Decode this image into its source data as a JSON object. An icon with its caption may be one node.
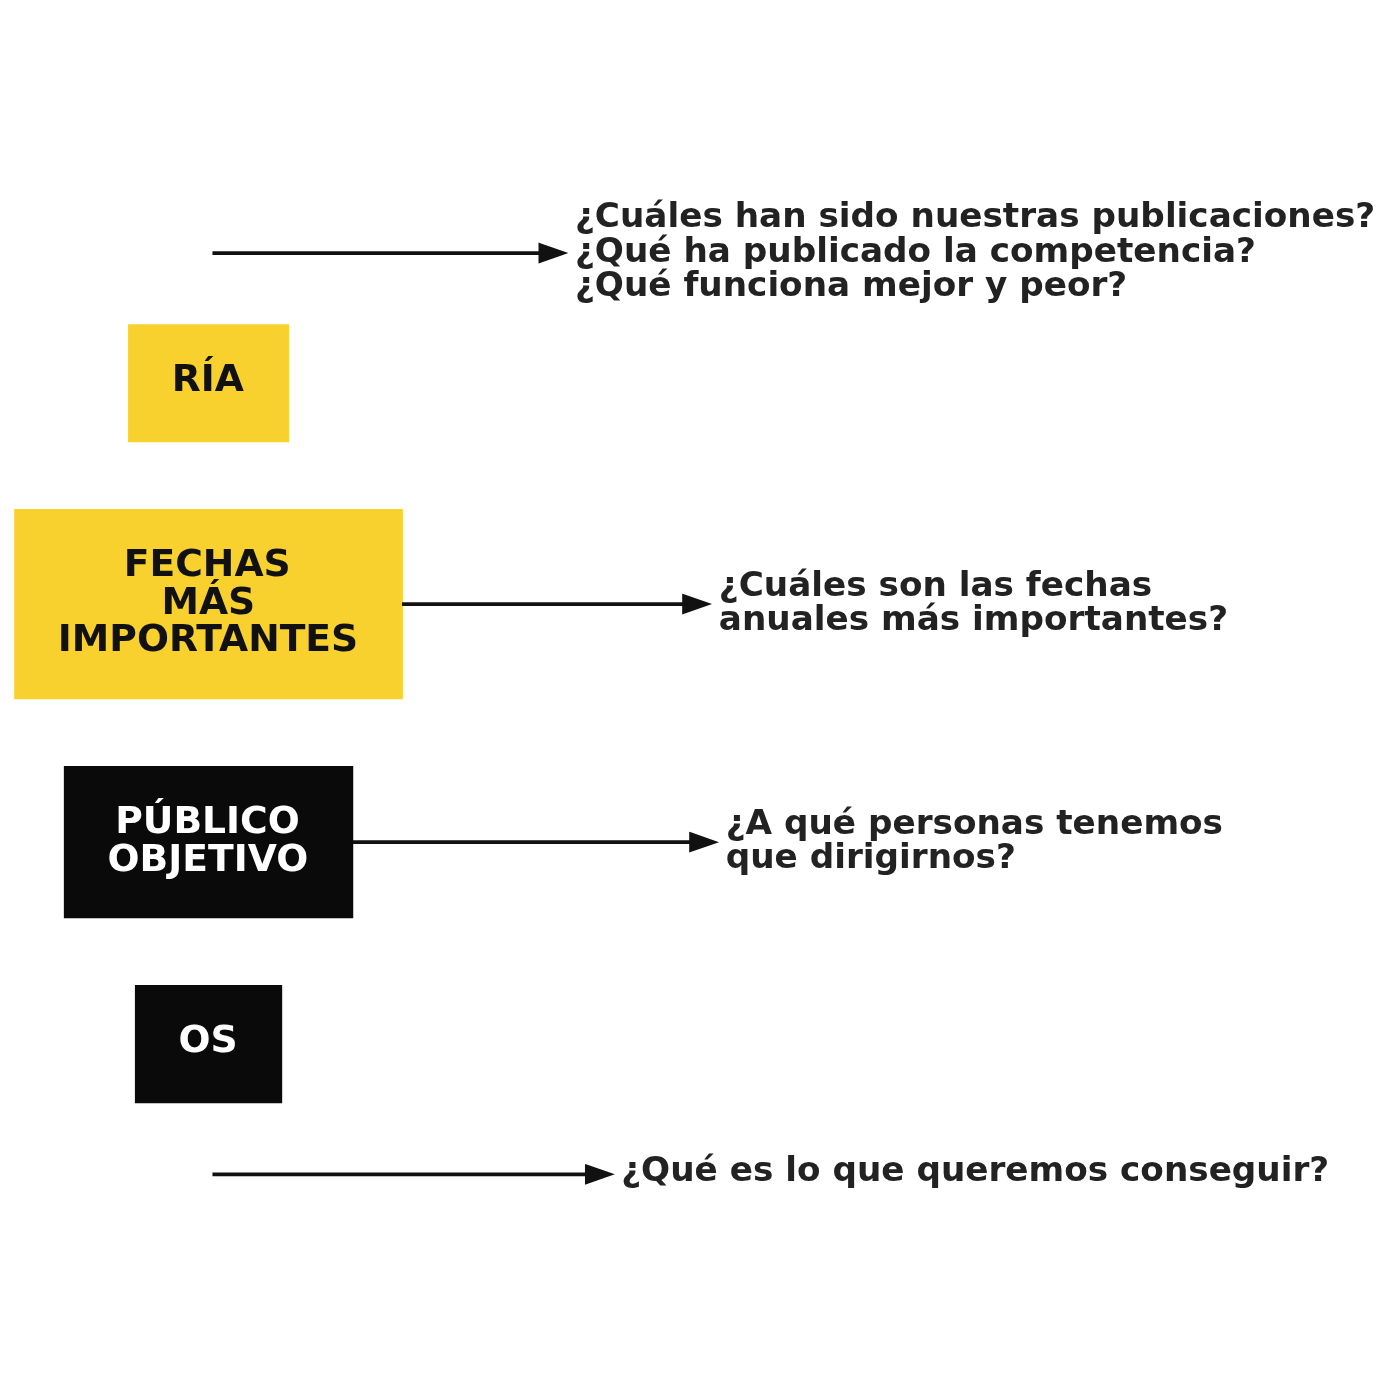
{
  "diagram": {
    "nodes": [
      {
        "text": [
          "¿Cuáles han sido nuestras publicaciones?",
          "¿Qué ha publicado la competencia?",
          "¿Qué funciona mejor y peor?"
        ]
      },
      {
        "text": [
          "RÍA"
        ]
      },
      {
        "text": [
          "FECHAS MÁS IMPORTANTES"
        ]
      },
      {
        "text": [
          "¿Cuáles son las fechas anuales más importantes?"
        ]
      },
      {
        "text": [
          "PÚBLICO OBJETIVO"
        ]
      },
      {
        "text": [
          "¿A qué personas tenemos que dirigirnos?"
        ]
      },
      {
        "text": [
          "OS"
        ]
      },
      {
        "text": [
          "¿Qué es lo que queremos conseguir?"
        ]
      }
    ],
    "edges": [
      {
        "from": null,
        "to": 0,
        "arrow": "to"
      },
      {
        "from": 2,
        "to": 3,
        "arrow": "to"
      },
      {
        "from": 4,
        "to": 5,
        "arrow": "to"
      },
      {
        "from": null,
        "to": 7,
        "arrow": "to"
      }
    ]
  }
}
